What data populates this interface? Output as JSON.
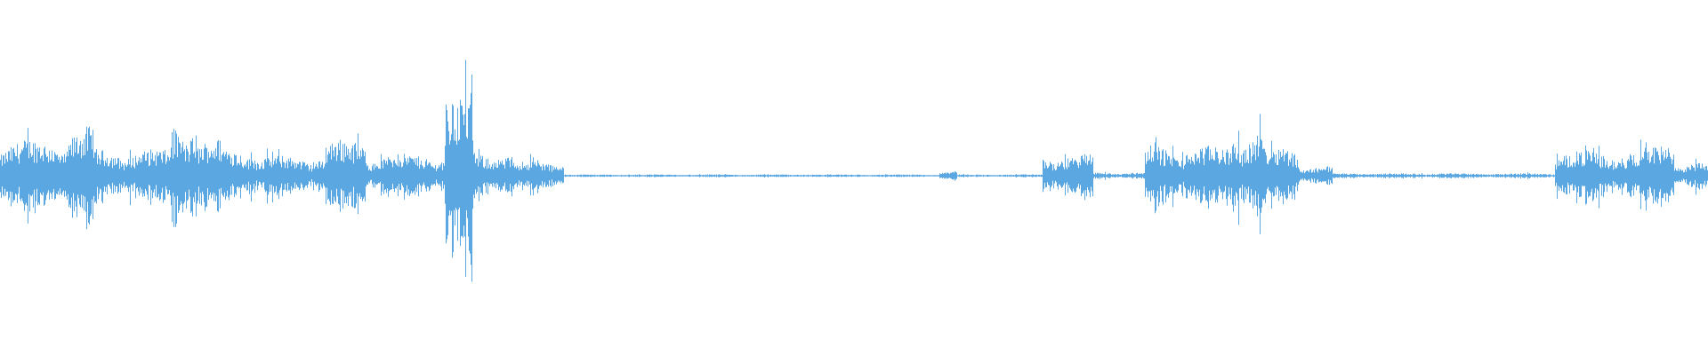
{
  "waveform": {
    "color": "#5aa7e2",
    "background": "#ffffff",
    "duration_fraction_segments": [
      {
        "start": 0.0,
        "end": 0.04,
        "amplitude": 0.22
      },
      {
        "start": 0.04,
        "end": 0.055,
        "amplitude": 0.3
      },
      {
        "start": 0.055,
        "end": 0.1,
        "amplitude": 0.16
      },
      {
        "start": 0.1,
        "end": 0.115,
        "amplitude": 0.34
      },
      {
        "start": 0.115,
        "end": 0.13,
        "amplitude": 0.22
      },
      {
        "start": 0.13,
        "end": 0.15,
        "amplitude": 0.18
      },
      {
        "start": 0.15,
        "end": 0.19,
        "amplitude": 0.12
      },
      {
        "start": 0.19,
        "end": 0.215,
        "amplitude": 0.22
      },
      {
        "start": 0.215,
        "end": 0.26,
        "amplitude": 0.13
      },
      {
        "start": 0.26,
        "end": 0.277,
        "amplitude": 0.5
      },
      {
        "start": 0.277,
        "end": 0.3,
        "amplitude": 0.14
      },
      {
        "start": 0.3,
        "end": 0.33,
        "amplitude": 0.09
      },
      {
        "start": 0.33,
        "end": 0.55,
        "amplitude": 0.008
      },
      {
        "start": 0.55,
        "end": 0.56,
        "amplitude": 0.03
      },
      {
        "start": 0.56,
        "end": 0.61,
        "amplitude": 0.008
      },
      {
        "start": 0.61,
        "end": 0.64,
        "amplitude": 0.13
      },
      {
        "start": 0.64,
        "end": 0.67,
        "amplitude": 0.02
      },
      {
        "start": 0.67,
        "end": 0.72,
        "amplitude": 0.18
      },
      {
        "start": 0.72,
        "end": 0.74,
        "amplitude": 0.28
      },
      {
        "start": 0.74,
        "end": 0.76,
        "amplitude": 0.18
      },
      {
        "start": 0.76,
        "end": 0.78,
        "amplitude": 0.06
      },
      {
        "start": 0.78,
        "end": 0.91,
        "amplitude": 0.015
      },
      {
        "start": 0.91,
        "end": 0.96,
        "amplitude": 0.15
      },
      {
        "start": 0.96,
        "end": 0.98,
        "amplitude": 0.2
      },
      {
        "start": 0.98,
        "end": 1.0,
        "amplitude": 0.08
      }
    ]
  }
}
